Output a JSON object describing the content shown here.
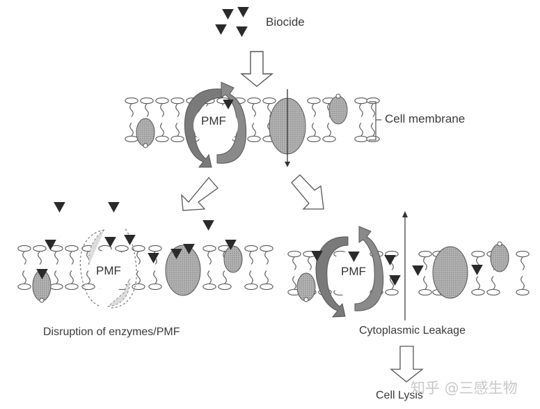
{
  "labels": {
    "biocide": "Biocide",
    "cell_membrane": "Cell membrane",
    "disruption": "Disruption of enzymes/PMF",
    "cytoplasmic_leakage": "Cytoplasmic Leakage",
    "cell_lysis": "Cell Lysis",
    "pmf_top": "PMF",
    "pmf_left": "PMF",
    "pmf_right": "PMF"
  },
  "watermark": "知乎 @三感生物",
  "colors": {
    "biocide": "#2a2a2a",
    "pmf_arrow": "#7a7a7a",
    "pmf_arrow_disrupted": "#dcdcdc",
    "protein_fill": "#a8a8a8",
    "lipid_stroke": "#555555",
    "text": "#3a3a3a"
  },
  "stages": [
    {
      "name": "intact-membrane",
      "pmf": "intact"
    },
    {
      "name": "disruption-of-enzymes-pmf",
      "pmf": "disrupted"
    },
    {
      "name": "cytoplasmic-leakage",
      "pmf": "intact",
      "membrane": "ruptured"
    }
  ]
}
